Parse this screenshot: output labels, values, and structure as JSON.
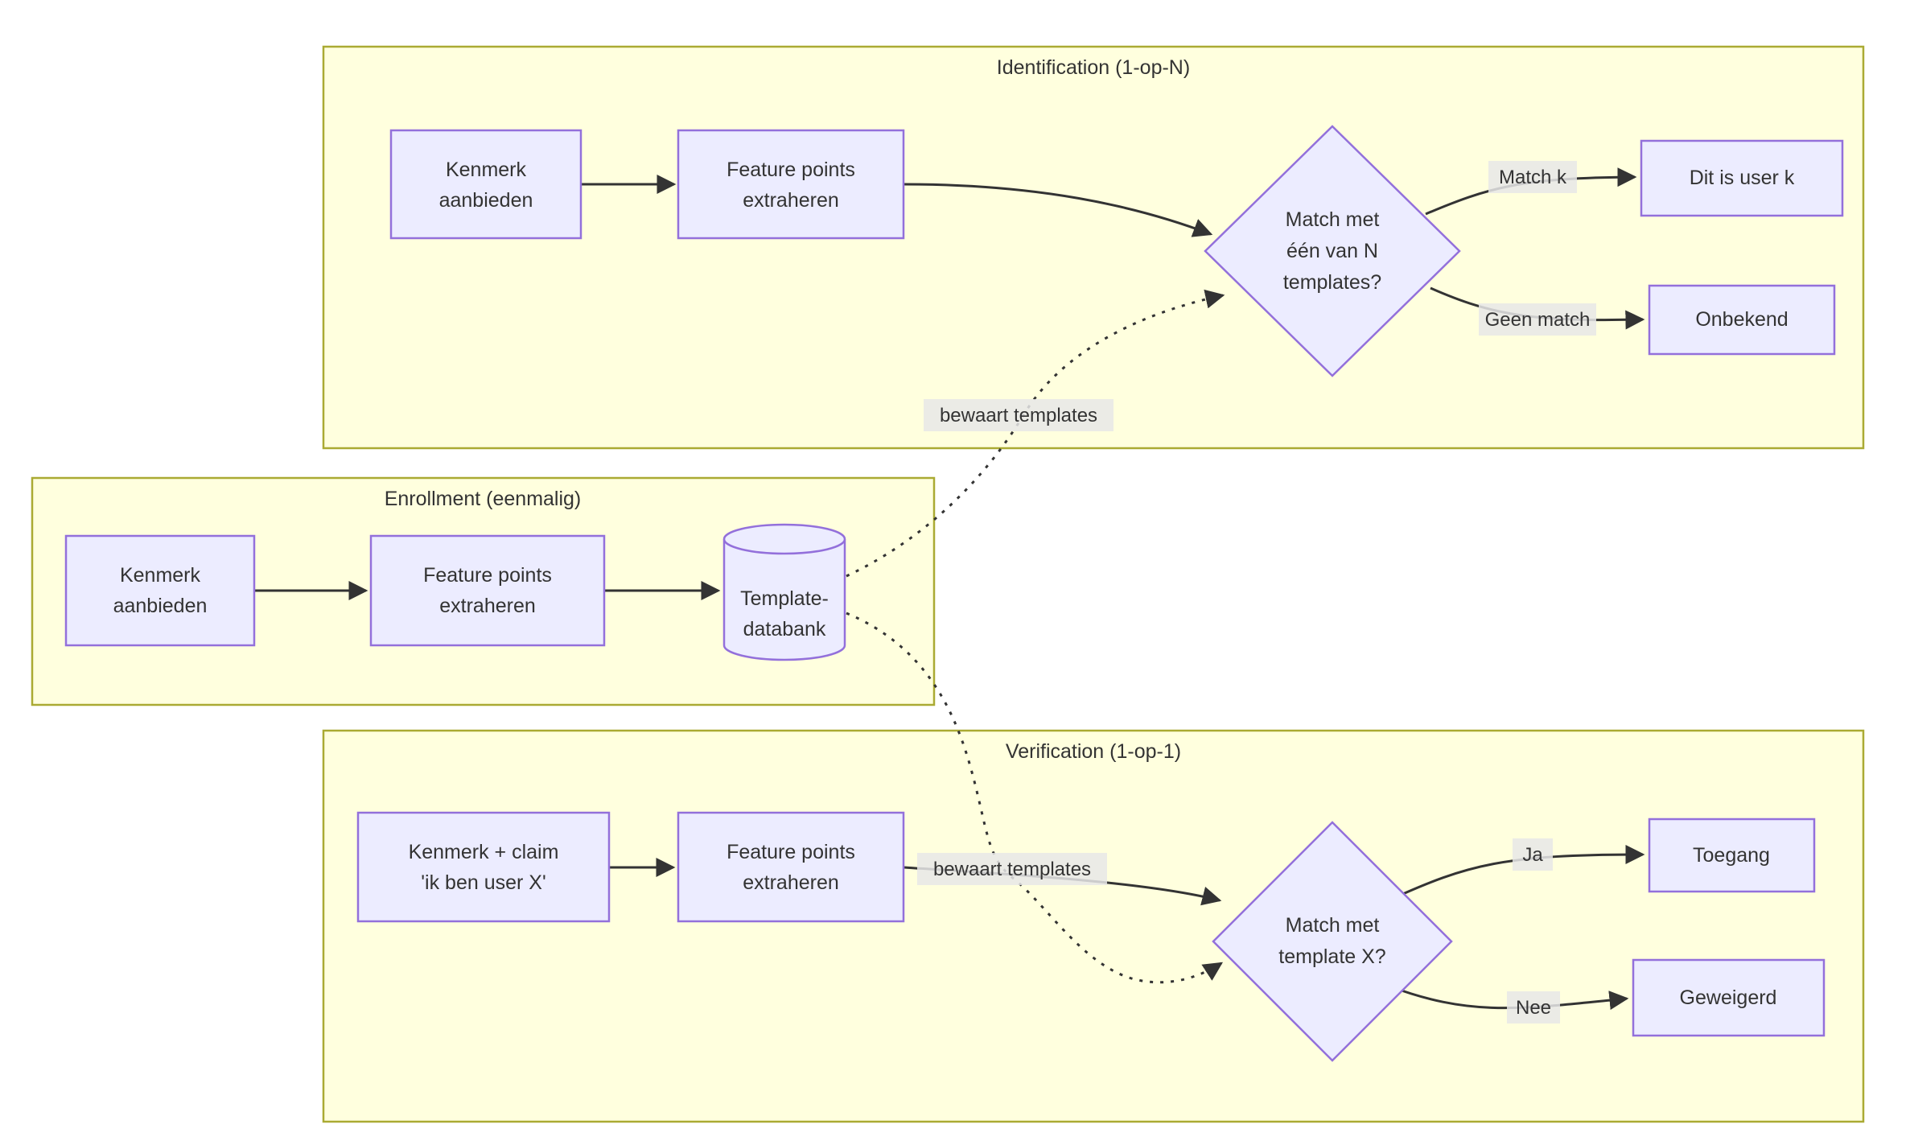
{
  "diagram": {
    "type": "flowchart",
    "background": "#ffffff",
    "colors": {
      "cluster_fill": "#ffffde",
      "cluster_border": "#aaaa33",
      "node_fill": "#ececff",
      "node_border": "#9370db",
      "edge": "#333333",
      "edge_label_bg": "#e8e8e8",
      "text": "#333333"
    },
    "clusters": {
      "identification": {
        "title": "Identification (1-op-N)"
      },
      "enrollment": {
        "title": "Enrollment (eenmalig)"
      },
      "verification": {
        "title": "Verification (1-op-1)"
      }
    },
    "nodes": {
      "ident_kenmerk": {
        "shape": "rect",
        "lines": [
          "Kenmerk",
          "aanbieden"
        ]
      },
      "ident_feature": {
        "shape": "rect",
        "lines": [
          "Feature points",
          "extraheren"
        ]
      },
      "ident_match": {
        "shape": "diamond",
        "lines": [
          "Match met",
          "één van N",
          "templates?"
        ]
      },
      "ident_user_k": {
        "shape": "rect",
        "lines": [
          "Dit is user k"
        ]
      },
      "ident_onbekend": {
        "shape": "rect",
        "lines": [
          "Onbekend"
        ]
      },
      "enroll_kenmerk": {
        "shape": "rect",
        "lines": [
          "Kenmerk",
          "aanbieden"
        ]
      },
      "enroll_feature": {
        "shape": "rect",
        "lines": [
          "Feature points",
          "extraheren"
        ]
      },
      "enroll_db": {
        "shape": "cylinder",
        "lines": [
          "Template-",
          "databank"
        ]
      },
      "verif_kenmerk_claim": {
        "shape": "rect",
        "lines": [
          "Kenmerk + claim",
          "'ik ben user X'"
        ]
      },
      "verif_feature": {
        "shape": "rect",
        "lines": [
          "Feature points",
          "extraheren"
        ]
      },
      "verif_match": {
        "shape": "diamond",
        "lines": [
          "Match met",
          "template X?"
        ]
      },
      "verif_toegang": {
        "shape": "rect",
        "lines": [
          "Toegang"
        ]
      },
      "verif_geweigerd": {
        "shape": "rect",
        "lines": [
          "Geweigerd"
        ]
      }
    },
    "edge_labels": {
      "match_k": "Match k",
      "geen_match": "Geen match",
      "bewaart_templates_1": "bewaart templates",
      "bewaart_templates_2": "bewaart templates",
      "ja": "Ja",
      "nee": "Nee"
    }
  }
}
